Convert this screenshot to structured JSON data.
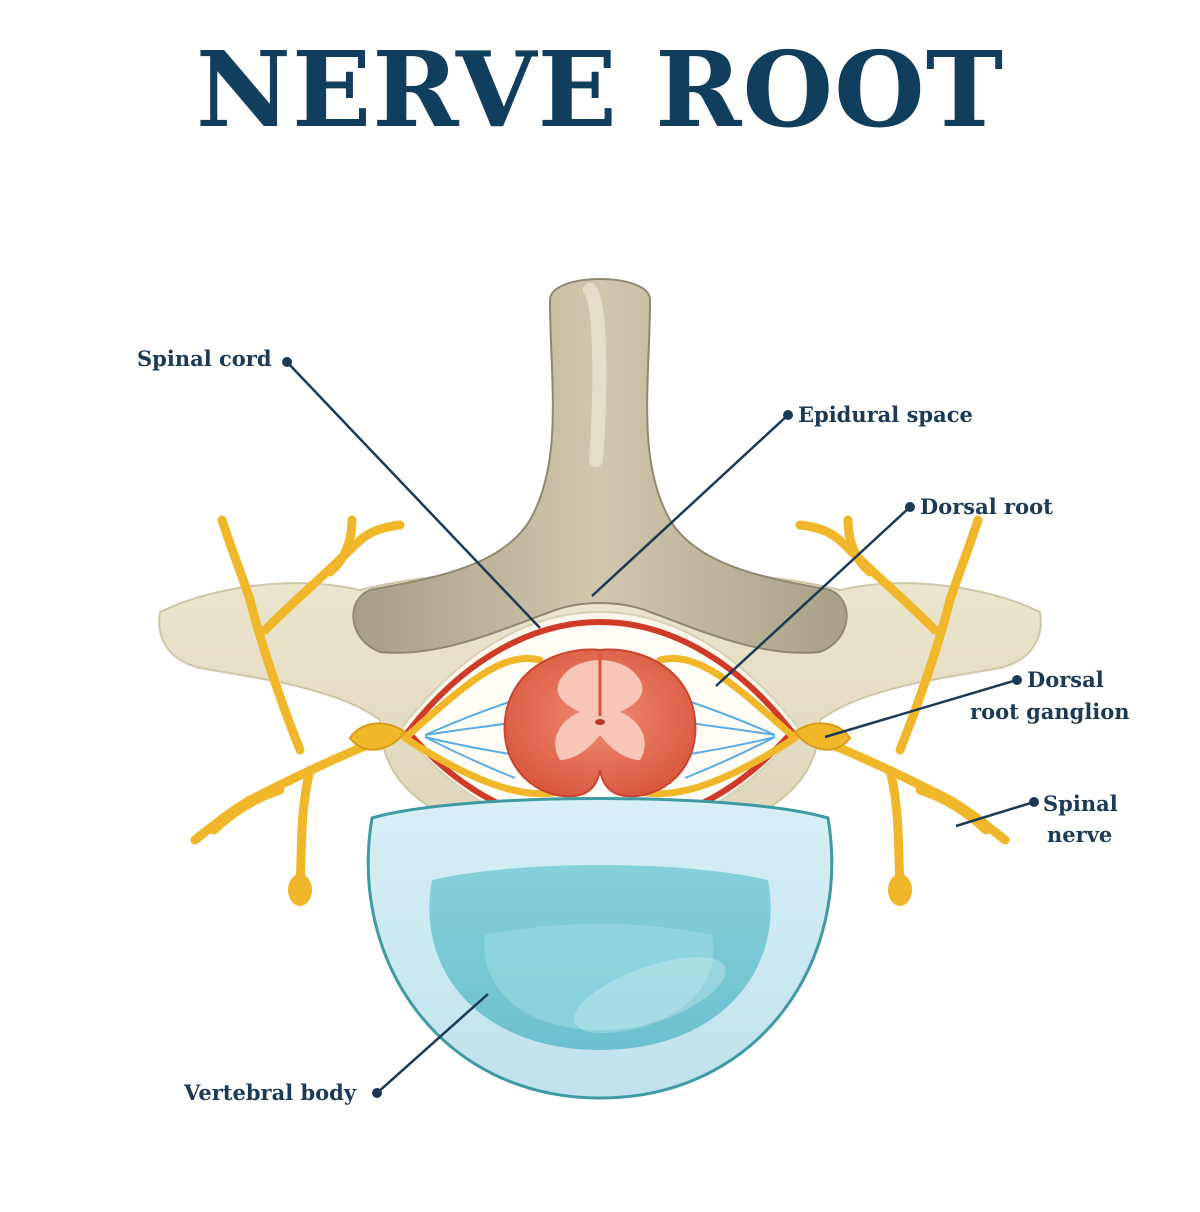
{
  "title": "NERVE ROOT",
  "labels": {
    "spinal_cord": "Spinal cord",
    "epidural_space": "Epidural space",
    "dorsal_root": "Dorsal root",
    "dorsal_root_ganglion_line1": "Dorsal",
    "dorsal_root_ganglion_line2": "root ganglion",
    "spinal_nerve_line1": "Spinal",
    "spinal_nerve_line2": "nerve",
    "vertebral_body": "Vertebral body"
  },
  "colors": {
    "title": "#123e5e",
    "label_text": "#1c3a56",
    "leader_line": "#1c3a56",
    "bone": "#e3dcc3",
    "spinous_process": "#b3aa92",
    "nerve": "#f0b72a",
    "dura": "#cf3b28",
    "spinal_cord": "#e5705a",
    "grey_matter": "#f8c6b7",
    "disc_outer": "#cfe9f1",
    "disc_inner": "#7ccad6",
    "fibers": "#4aa3e0"
  }
}
